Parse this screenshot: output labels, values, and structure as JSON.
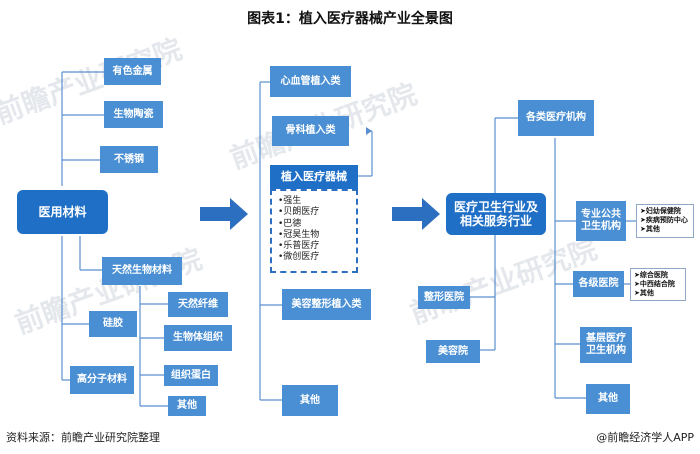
{
  "title": "图表1：植入医疗器械产业全景图",
  "colors": {
    "light": "#4a8fd3",
    "dark": "#1f6fc6",
    "line": "#5a8fcf"
  },
  "left": {
    "root": "医用材料",
    "upper": [
      "有色金属",
      "生物陶瓷",
      "不锈钢"
    ],
    "natural": "天然生物材料",
    "natural_children": [
      "天然纤维",
      "生物体组织",
      "组织蛋白",
      "其他"
    ],
    "silicone": "硅胶",
    "polymer": "高分子材料"
  },
  "middle": {
    "top": [
      "心血管植入类",
      "骨科植入类"
    ],
    "center": "植入医疗器械",
    "companies": [
      "•强生",
      "•贝朗医疗",
      "•巴德",
      "•冠昊生物",
      "•乐普医疗",
      "•微创医疗"
    ],
    "bottom": [
      "美容整形植入类",
      "其他"
    ]
  },
  "right": {
    "service": "医疗卫生行业及相关服务行业",
    "institutions": "各类医疗机构",
    "plastic": "整形医院",
    "beauty": "美容院",
    "public_health": "专业公共卫生机构",
    "public_health_list": [
      "➤妇幼保健院",
      "➤疾病预防中心",
      "➤其他"
    ],
    "hospitals": "各级医院",
    "hospitals_list": [
      "➤综合医院",
      "➤中西结合院",
      "➤其他"
    ],
    "grassroots": "基层医疗卫生机构",
    "other": "其他"
  },
  "footer": {
    "source": "资料来源：前瞻产业研究院整理",
    "brand": "@前瞻经济学人APP"
  },
  "watermark": "前瞻产业研究院"
}
